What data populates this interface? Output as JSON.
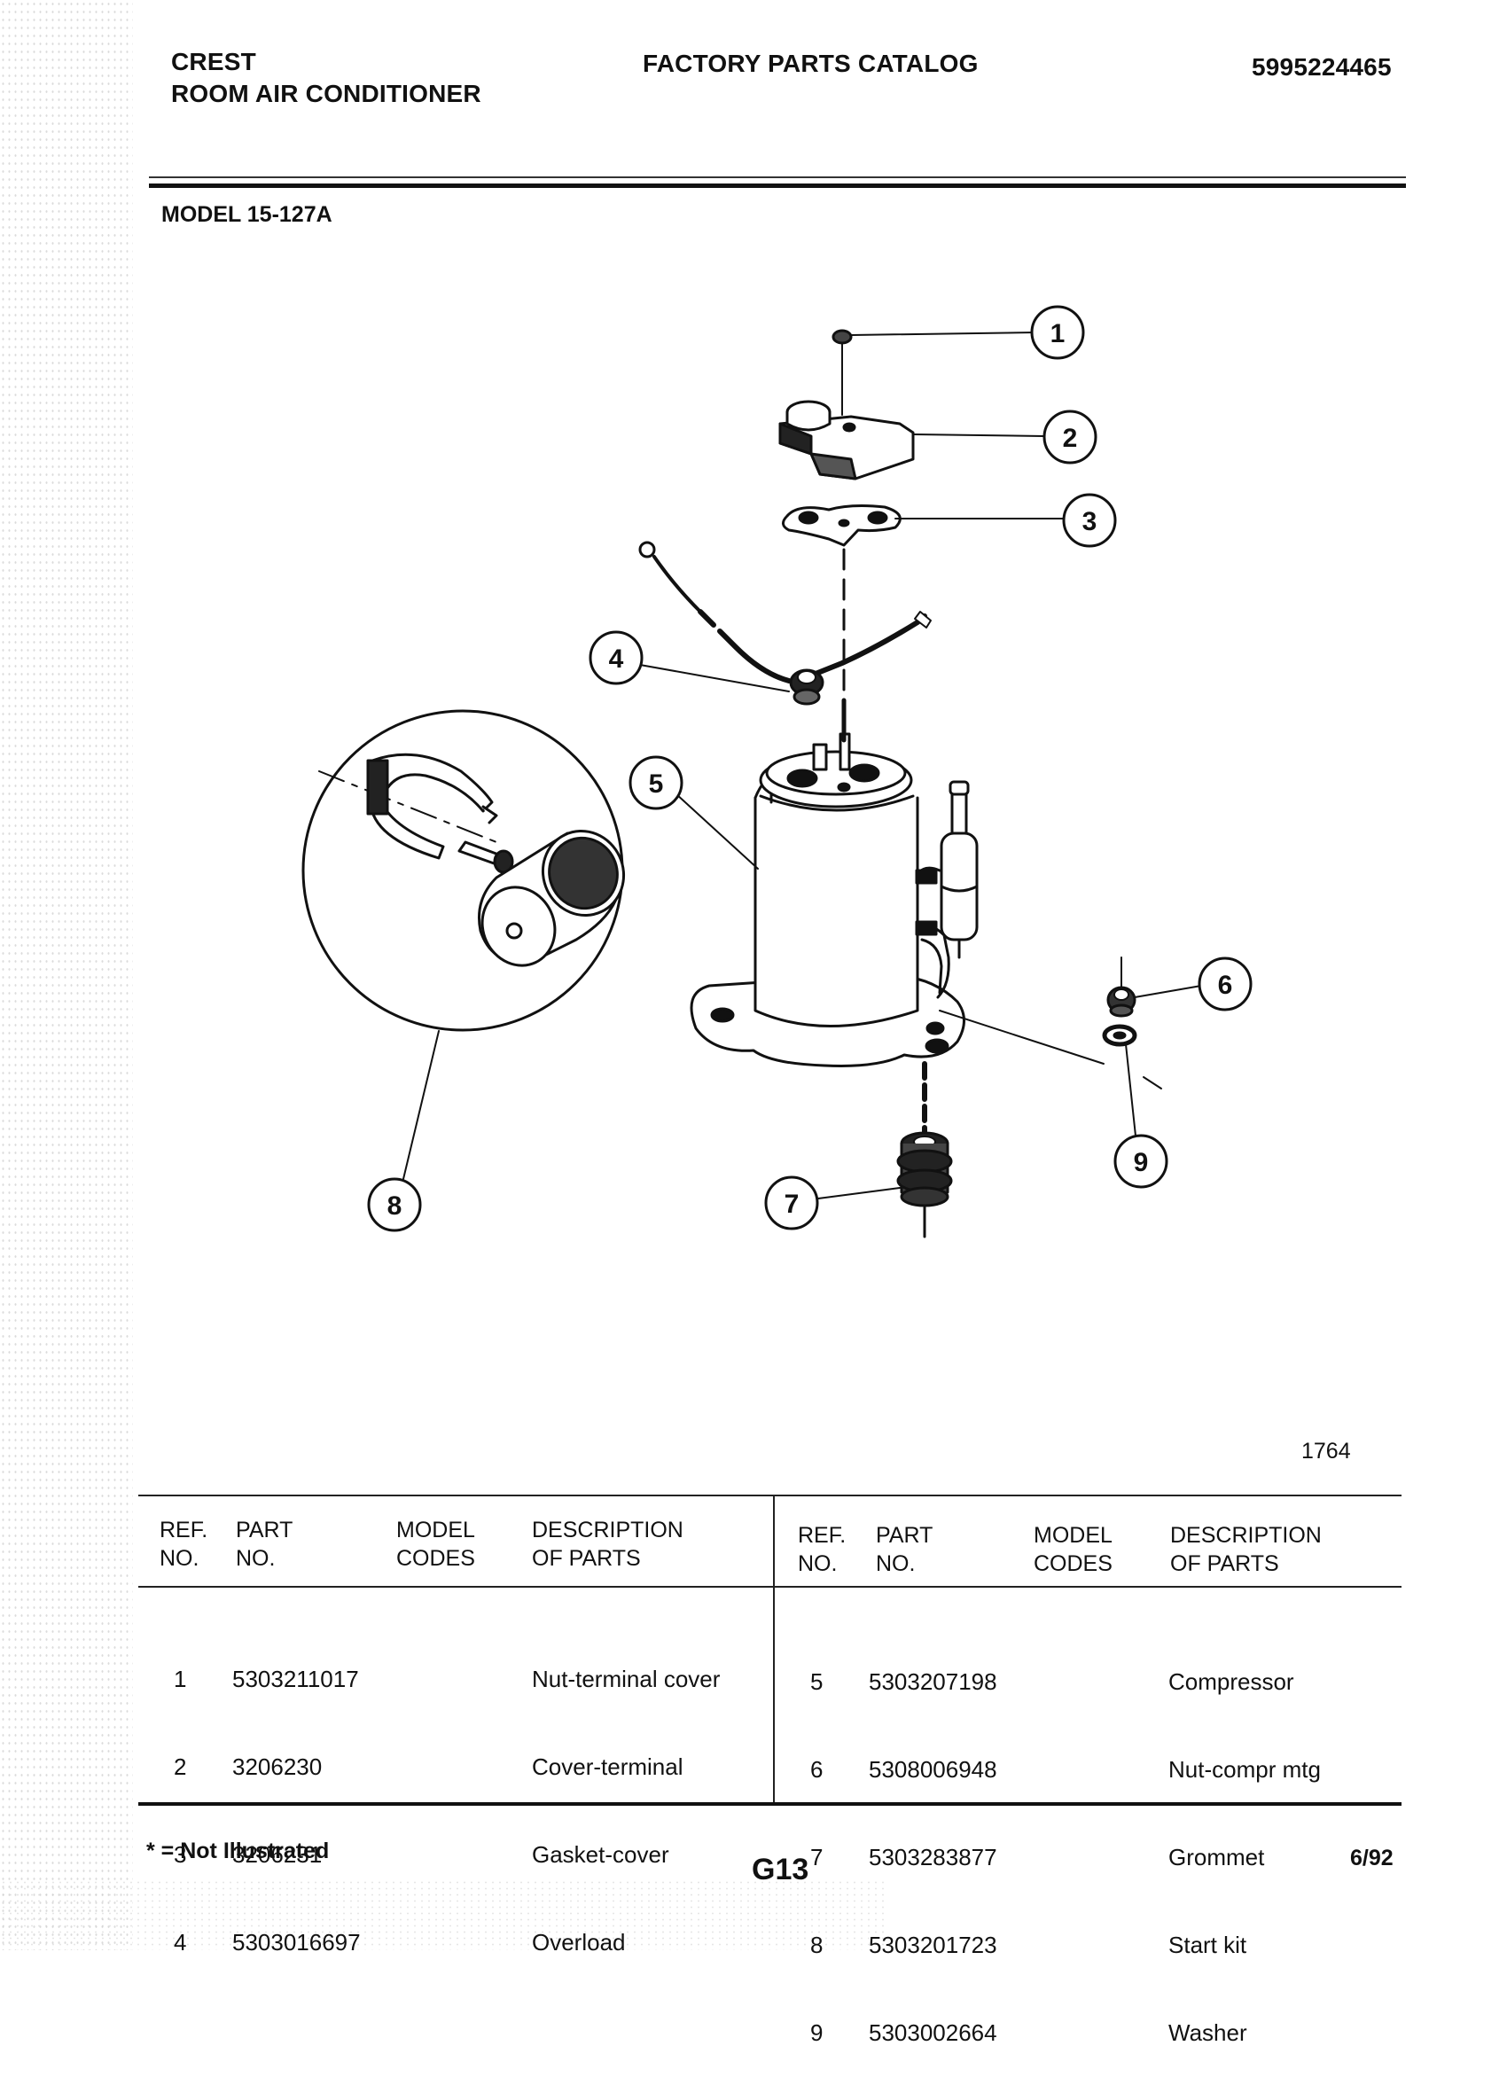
{
  "header": {
    "brand_line1": "CREST",
    "brand_line2": "ROOM AIR CONDITIONER",
    "catalog_title": "FACTORY PARTS CATALOG",
    "catalog_number": "5995224465"
  },
  "model": "MODEL 15-127A",
  "diagram": {
    "figure_number": "1764",
    "callouts": [
      "1",
      "2",
      "3",
      "4",
      "5",
      "6",
      "7",
      "8",
      "9"
    ]
  },
  "table": {
    "headers": {
      "ref_line1": "REF.",
      "ref_line2": "NO.",
      "part_line1": "PART",
      "part_line2": "NO.",
      "model_line1": "MODEL",
      "model_line2": "CODES",
      "desc_line1": "DESCRIPTION",
      "desc_line2": "OF PARTS"
    },
    "left_rows": [
      {
        "ref": "1",
        "part": "5303211017",
        "code": "",
        "desc": "Nut-terminal cover"
      },
      {
        "ref": "2",
        "part": "3206230",
        "code": "",
        "desc": "Cover-terminal"
      },
      {
        "ref": "3",
        "part": "3206231",
        "code": "",
        "desc": "Gasket-cover"
      },
      {
        "ref": "4",
        "part": "5303016697",
        "code": "",
        "desc": "Overload"
      }
    ],
    "right_rows": [
      {
        "ref": "5",
        "part": "5303207198",
        "code": "",
        "desc": "Compressor"
      },
      {
        "ref": "6",
        "part": "5308006948",
        "code": "",
        "desc": "Nut-compr mtg"
      },
      {
        "ref": "7",
        "part": "5303283877",
        "code": "",
        "desc": "Grommet"
      },
      {
        "ref": "8",
        "part": "5303201723",
        "code": "",
        "desc": "Start kit"
      },
      {
        "ref": "9",
        "part": "5303002664",
        "code": "",
        "desc": "Washer"
      }
    ]
  },
  "footer": {
    "footnote": "* = Not Illustrated",
    "page_id": "G13",
    "date": "6/92"
  }
}
